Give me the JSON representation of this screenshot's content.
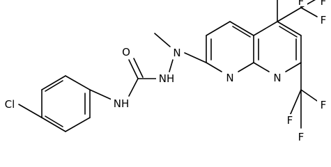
{
  "structure": {
    "atoms": {
      "chlorine": "Cl",
      "amide_nh": "NH",
      "carbonyl_oxygen": "O",
      "hydrazine_nh": "NH",
      "hydrazine_n": "N",
      "ring_n_1": "N",
      "ring_n_8": "N",
      "cf3_top": {
        "f_upper": "F",
        "f_right": "F",
        "f_lower": "F"
      },
      "cf3_bottom": {
        "f_left": "F",
        "f_right": "F",
        "f_lower": "F"
      }
    }
  },
  "colors": {
    "bond": "#000000",
    "label": "#000000",
    "background": "#ffffff"
  }
}
